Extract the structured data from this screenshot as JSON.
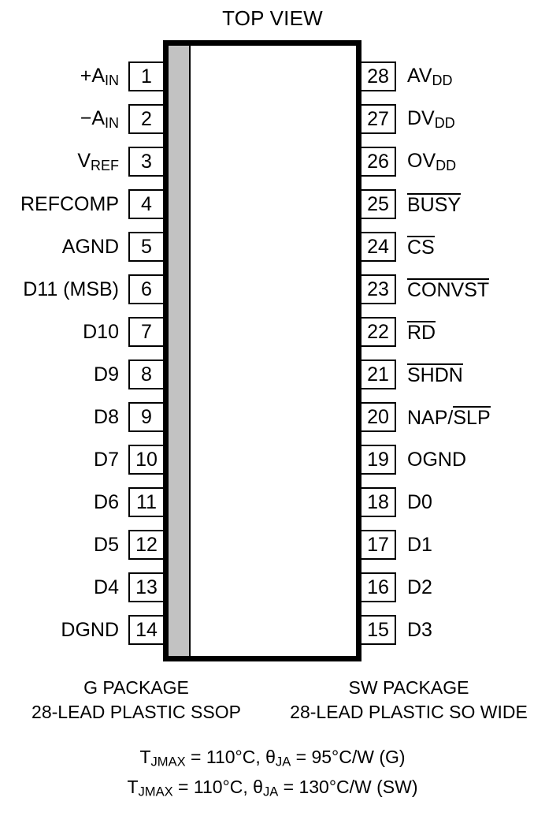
{
  "diagram": {
    "title": "TOP VIEW",
    "colors": {
      "outline": "#000000",
      "body_fill": "#ffffff",
      "notch_strip": "#c2c2c2",
      "text": "#000000"
    }
  },
  "pins": {
    "left": [
      {
        "number": "1",
        "label_html": "+A<sub>IN</sub>",
        "label_text": "+AIN"
      },
      {
        "number": "2",
        "label_html": "&minus;A<sub>IN</sub>",
        "label_text": "-AIN"
      },
      {
        "number": "3",
        "label_html": "V<sub>REF</sub>",
        "label_text": "VREF"
      },
      {
        "number": "4",
        "label_html": "REFCOMP",
        "label_text": "REFCOMP"
      },
      {
        "number": "5",
        "label_html": "AGND",
        "label_text": "AGND"
      },
      {
        "number": "6",
        "label_html": "D11 (MSB)",
        "label_text": "D11 (MSB)"
      },
      {
        "number": "7",
        "label_html": "D10",
        "label_text": "D10"
      },
      {
        "number": "8",
        "label_html": "D9",
        "label_text": "D9"
      },
      {
        "number": "9",
        "label_html": "D8",
        "label_text": "D8"
      },
      {
        "number": "10",
        "label_html": "D7",
        "label_text": "D7"
      },
      {
        "number": "11",
        "label_html": "D6",
        "label_text": "D6"
      },
      {
        "number": "12",
        "label_html": "D5",
        "label_text": "D5"
      },
      {
        "number": "13",
        "label_html": "D4",
        "label_text": "D4"
      },
      {
        "number": "14",
        "label_html": "DGND",
        "label_text": "DGND"
      }
    ],
    "right": [
      {
        "number": "28",
        "label_html": "AV<sub>DD</sub>",
        "label_text": "AVDD"
      },
      {
        "number": "27",
        "label_html": "DV<sub>DD</sub>",
        "label_text": "DVDD"
      },
      {
        "number": "26",
        "label_html": "OV<sub>DD</sub>",
        "label_text": "OVDD"
      },
      {
        "number": "25",
        "label_html": "<span class='ovl'>BUSY</span>",
        "label_text": "BUSY (active low)"
      },
      {
        "number": "24",
        "label_html": "<span class='ovl'>CS</span>",
        "label_text": "CS (active low)"
      },
      {
        "number": "23",
        "label_html": "<span class='ovl'>CONVST</span>",
        "label_text": "CONVST (active low)"
      },
      {
        "number": "22",
        "label_html": "<span class='ovl'>RD</span>",
        "label_text": "RD (active low)"
      },
      {
        "number": "21",
        "label_html": "<span class='ovl'>SHDN</span>",
        "label_text": "SHDN (active low)"
      },
      {
        "number": "20",
        "label_html": "NAP/<span class='ovl'>SLP</span>",
        "label_text": "NAP/SLP (active low)"
      },
      {
        "number": "19",
        "label_html": "OGND",
        "label_text": "OGND"
      },
      {
        "number": "18",
        "label_html": "D0",
        "label_text": "D0"
      },
      {
        "number": "17",
        "label_html": "D1",
        "label_text": "D1"
      },
      {
        "number": "16",
        "label_html": "D2",
        "label_text": "D2"
      },
      {
        "number": "15",
        "label_html": "D3",
        "label_text": "D3"
      }
    ]
  },
  "packages": [
    {
      "name": "G PACKAGE",
      "description": "28-LEAD PLASTIC SSOP"
    },
    {
      "name": "SW PACKAGE",
      "description": "28-LEAD PLASTIC SO WIDE"
    }
  ],
  "thermal": {
    "lines": [
      "T<sub>JMAX</sub> = 110&deg;C, &theta;<sub>JA</sub> = 95&deg;C/W (G)",
      "T<sub>JMAX</sub> = 110&deg;C, &theta;<sub>JA</sub> = 130&deg;C/W (SW)"
    ],
    "lines_text": [
      "TJMAX = 110C, thetaJA = 95C/W (G)",
      "TJMAX = 110C, thetaJA = 130C/W (SW)"
    ]
  }
}
